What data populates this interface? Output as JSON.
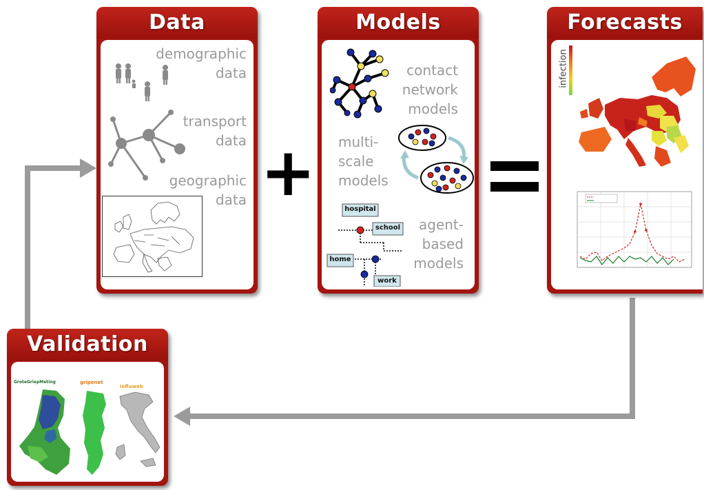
{
  "panels": {
    "data": {
      "title": "Data",
      "items": {
        "demographic": "demographic\ndata",
        "transport": "transport\ndata",
        "geographic": "geographic\ndata"
      }
    },
    "models": {
      "title": "Models",
      "items": {
        "contact": "contact\nnetwork\nmodels",
        "multiscale": "multi-\nscale\nmodels",
        "agent": "agent-\nbased\nmodels"
      },
      "agent_labels": {
        "hospital": "hospital",
        "school": "school",
        "home": "home",
        "work": "work"
      }
    },
    "forecasts": {
      "title": "Forecasts",
      "colorbar_label": "infection"
    },
    "validation": {
      "title": "Validation",
      "logos": {
        "grote": "GroteGriepMeting",
        "gripenet": "gripenet",
        "influweb": "influweb"
      }
    }
  },
  "operators": {
    "plus": "+",
    "equals": "="
  },
  "colors": {
    "panel_red": "#a3150f",
    "arrow_gray": "#9b9b9b",
    "label_gray": "#9a9a9a",
    "node_blue": "#1a2a9a",
    "node_red": "#d0241d",
    "node_yellow": "#f0e060"
  }
}
